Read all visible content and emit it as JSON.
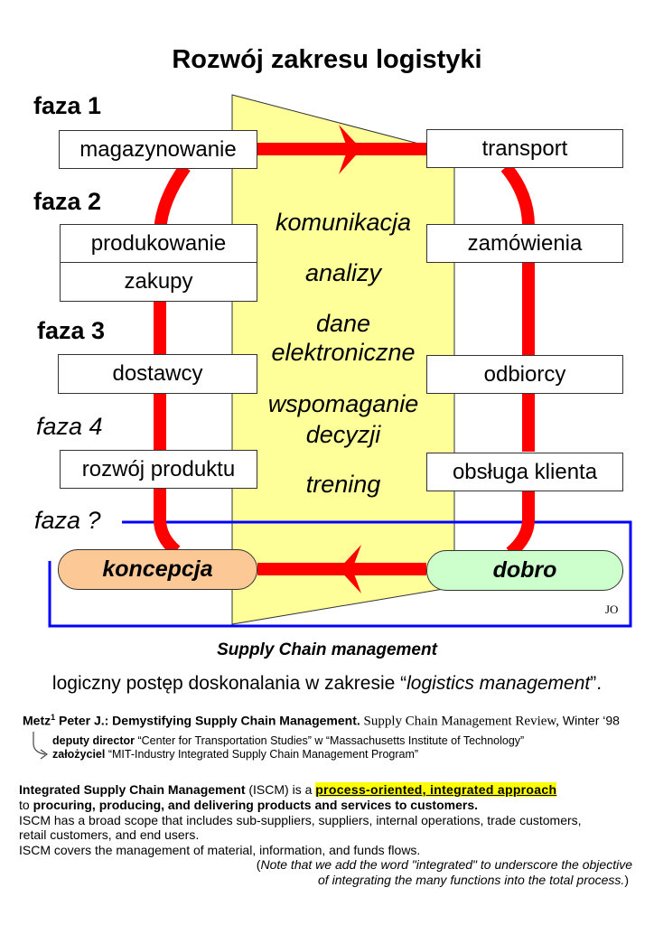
{
  "title": "Rozwój zakresu logistyki",
  "phases": [
    "faza 1",
    "faza 2",
    "faza 3",
    "faza 4",
    "faza ?"
  ],
  "left_boxes": {
    "magazynowanie": "magazynowanie",
    "produkowanie": "produkowanie",
    "zakupy": "zakupy",
    "dostawcy": "dostawcy",
    "rozwoj": "rozwój produktu",
    "koncepcja": "koncepcja"
  },
  "right_boxes": {
    "transport": "transport",
    "zamowienia": "zamówienia",
    "odbiorcy": "odbiorcy",
    "obsluga": "obsługa klienta",
    "dobro": "dobro"
  },
  "center_terms": [
    "komunikacja",
    "analizy",
    "dane",
    "elektroniczne",
    "wspomaganie",
    "decyzji",
    "trening"
  ],
  "initials": "JO",
  "colors": {
    "flow": "#ff0000",
    "band": "#ffff99",
    "koncepcja": "#fbc896",
    "dobro": "#ccffcc",
    "frame": "#0000ff",
    "highlight": "#ffff00"
  },
  "subtitle": "Supply Chain management",
  "caption": {
    "pre": "logiczny postęp doskonalania w zakresie “",
    "italic": "logistics management",
    "post": "”."
  },
  "reference": {
    "author": "Metz",
    "sup": "1",
    "rest": " Peter J.: Demystifying Supply Chain Management.",
    "journal": " Supply Chain Management Review,",
    "date": " Winter ‘98"
  },
  "roles": [
    {
      "b": "deputy director",
      "t": " “Center for Transportation Studies” w “Massachusetts Institute of Technology”"
    },
    {
      "b": "założyciel",
      "t": " “MIT-Industry Integrated Supply Chain Management Program”"
    }
  ],
  "iscm": {
    "b1": "Integrated Supply Chain Management",
    "t1": " (ISCM) is a ",
    "hl": "process-oriented, integrated approach",
    "t2": "to ",
    "b2": "procuring, producing, and delivering products and services to customers.",
    "l3": "ISCM has a broad scope that includes sub-suppliers, suppliers, internal operations, trade customers,",
    "l4": "retail customers, and end users.",
    "l5": "ISCM covers the management of material, information, and funds flows.",
    "n1": "Note that we add the word \"integrated\" to underscore the objective",
    "n2": "of integrating the many functions into the total process.",
    "p_open": "(",
    "p_close": ")"
  }
}
